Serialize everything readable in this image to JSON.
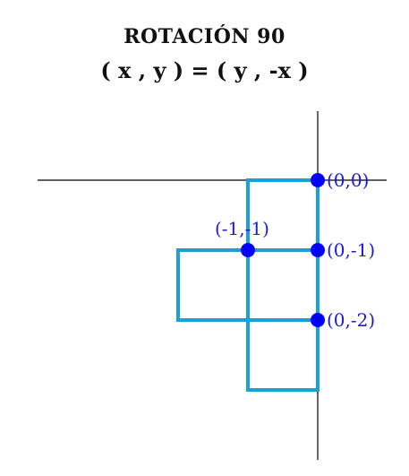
{
  "title": "ROTACIÓN 90",
  "formula": "( x , y ) = ( y , -x )",
  "colors": {
    "axis": "#000000",
    "shape": "#1a9fd6",
    "point": "#0000ff",
    "label": "#1a1adb"
  },
  "points": [
    {
      "id": "p-0-0",
      "label": "(0,0)",
      "x": 0,
      "y": 0
    },
    {
      "id": "p-m1-m1",
      "label": "(-1,-1)",
      "x": -1,
      "y": -1
    },
    {
      "id": "p-0-m1",
      "label": "(0,-1)",
      "x": 0,
      "y": -1
    },
    {
      "id": "p-0-m2",
      "label": "(0,-2)",
      "x": 0,
      "y": -2
    }
  ]
}
